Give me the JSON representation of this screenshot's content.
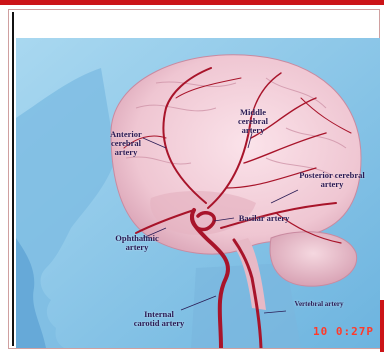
{
  "labels": {
    "anterior_cerebral_artery": "Anterior\ncerebral\nartery",
    "middle_cerebral_artery": "Middle\ncerebral\nartery",
    "posterior_cerebral_artery": "Posterior cerebral\nartery",
    "basilar_artery": "Basilar artery",
    "ophthalmic_artery": "Ophthalmic\nartery",
    "internal_carotid_artery": "Internal\ncarotid artery",
    "vertebral_artery": "Vertebral artery"
  },
  "timestamp": "10 0:27P",
  "colors": {
    "background_blue": "#8ec9ea",
    "brain_pink": "#f1cdd6",
    "artery_red": "#a8142a",
    "label_text": "#2b1c55",
    "timestamp_red": "#ff3a2a",
    "top_band": "#cc1418"
  }
}
